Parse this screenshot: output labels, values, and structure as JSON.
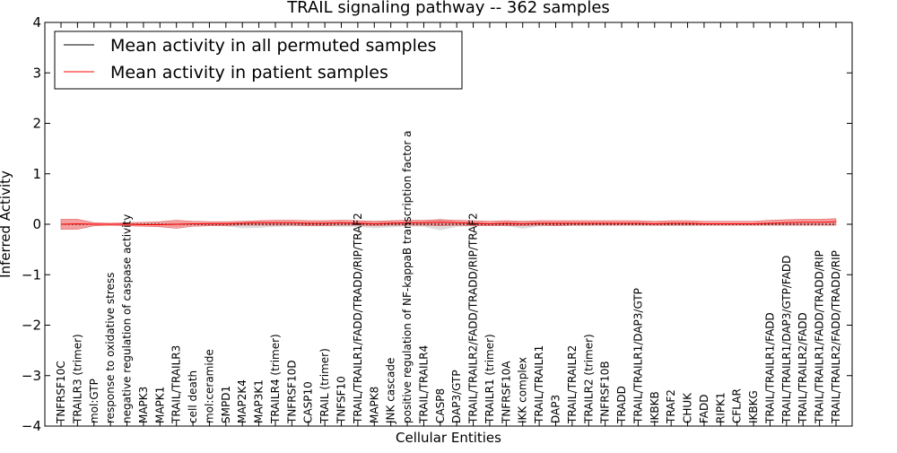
{
  "chart_data": {
    "type": "line",
    "title": "TRAIL signaling pathway -- 362 samples",
    "xlabel": "Cellular Entities",
    "ylabel": "Inferred Activity",
    "ylim": [
      -4,
      4
    ],
    "yticks": [
      -4,
      -3,
      -2,
      -1,
      0,
      1,
      2,
      3,
      4
    ],
    "ytick_labels": [
      "−4",
      "−3",
      "−2",
      "−1",
      "0",
      "1",
      "2",
      "3",
      "4"
    ],
    "grid": false,
    "legend_position": "top-left",
    "categories": [
      "TNFRSF10C",
      "TRAILR3 (trimer)",
      "mol:GTP",
      "response to oxidative stress",
      "negative regulation of caspase activity",
      "MAPK3",
      "MAPK1",
      "TRAIL/TRAILR3",
      "cell death",
      "mol:ceramide",
      "SMPD1",
      "MAP2K4",
      "MAP3K1",
      "TRAILR4 (trimer)",
      "TNFRSF10D",
      "CASP10",
      "TRAIL (trimer)",
      "TNFSF10",
      "TRAIL/TRAILR1/FADD/TRADD/RIP/TRAF2",
      "MAPK8",
      "JNK cascade",
      "positive regulation of NF-kappaB transcription factor a",
      "TRAIL/TRAILR4",
      "CASP8",
      "DAP3/GTP",
      "TRAIL/TRAILR2/FADD/TRADD/RIP/TRAF2",
      "TRAILR1 (trimer)",
      "TNFRSF10A",
      "IKK complex",
      "TRAIL/TRAILR1",
      "DAP3",
      "TRAIL/TRAILR2",
      "TRAILR2 (trimer)",
      "TNFRSF10B",
      "TRADD",
      "TRAIL/TRAILR1/DAP3/GTP",
      "IKBKB",
      "TRAF2",
      "CHUK",
      "FADD",
      "RIPK1",
      "CFLAR",
      "IKBKG",
      "TRAIL/TRAILR1/FADD",
      "TRAIL/TRAILR1/DAP3/GTP/FADD",
      "TRAIL/TRAILR2/FADD",
      "TRAIL/TRAILR1/FADD/TRADD/RIP",
      "TRAIL/TRAILR2/FADD/TRADD/RIP"
    ],
    "series": [
      {
        "name": "Mean activity in all permuted samples",
        "color": "#000000",
        "values": [
          0,
          0,
          0,
          0,
          0,
          0,
          0,
          0,
          0,
          0,
          0,
          0,
          0,
          0,
          0,
          0,
          0,
          0,
          0,
          0,
          0,
          0,
          0,
          0,
          0,
          0,
          0,
          0,
          0,
          0,
          0,
          0,
          0,
          0,
          0,
          0,
          0,
          0,
          0,
          0,
          0,
          0,
          0,
          0,
          0,
          0,
          0,
          0
        ],
        "lower": [
          -0.02,
          -0.02,
          -0.01,
          -0.01,
          -0.02,
          -0.02,
          -0.02,
          -0.03,
          -0.02,
          -0.03,
          -0.04,
          -0.08,
          -0.07,
          -0.05,
          -0.04,
          -0.04,
          -0.04,
          -0.05,
          -0.05,
          -0.08,
          -0.06,
          -0.04,
          -0.05,
          -0.12,
          -0.05,
          -0.04,
          -0.03,
          -0.03,
          -0.09,
          -0.04,
          -0.03,
          -0.03,
          -0.03,
          -0.02,
          -0.02,
          -0.02,
          -0.03,
          -0.03,
          -0.03,
          -0.02,
          -0.02,
          -0.02,
          -0.02,
          -0.02,
          -0.02,
          -0.02,
          -0.02,
          -0.02
        ],
        "upper": [
          0.02,
          0.02,
          0.01,
          0.01,
          0.02,
          0.02,
          0.02,
          0.03,
          0.02,
          0.03,
          0.04,
          0.06,
          0.06,
          0.05,
          0.04,
          0.04,
          0.04,
          0.05,
          0.05,
          0.07,
          0.06,
          0.05,
          0.06,
          0.11,
          0.05,
          0.04,
          0.03,
          0.03,
          0.07,
          0.04,
          0.03,
          0.03,
          0.03,
          0.02,
          0.02,
          0.02,
          0.03,
          0.03,
          0.03,
          0.02,
          0.02,
          0.02,
          0.02,
          0.02,
          0.02,
          0.02,
          0.02,
          0.02
        ]
      },
      {
        "name": "Mean activity in patient samples",
        "color": "#ff0000",
        "fill": "#f08080",
        "values": [
          0,
          0.01,
          0,
          0,
          0,
          -0.01,
          -0.01,
          0,
          0.01,
          0.01,
          0.01,
          0.02,
          0.03,
          0.03,
          0.03,
          0.02,
          0.02,
          0.03,
          0.02,
          0.01,
          0.02,
          0.03,
          0.03,
          0.04,
          0.03,
          0.02,
          0.01,
          0.02,
          0.01,
          0.02,
          0.02,
          0.02,
          0.02,
          0.02,
          0.02,
          0.02,
          0.01,
          0.02,
          0.02,
          0.01,
          0.01,
          0.01,
          0.01,
          0.02,
          0.03,
          0.04,
          0.04,
          0.05
        ],
        "lower": [
          -0.1,
          -0.1,
          -0.03,
          -0.02,
          -0.03,
          -0.04,
          -0.05,
          -0.08,
          -0.04,
          -0.03,
          -0.03,
          -0.02,
          -0.02,
          -0.02,
          -0.02,
          -0.03,
          -0.03,
          -0.02,
          -0.02,
          -0.03,
          -0.02,
          -0.02,
          -0.02,
          -0.03,
          -0.02,
          -0.03,
          -0.03,
          -0.03,
          -0.03,
          -0.02,
          -0.03,
          -0.02,
          -0.02,
          -0.02,
          -0.02,
          -0.02,
          -0.02,
          -0.02,
          -0.02,
          -0.02,
          -0.02,
          -0.02,
          -0.02,
          -0.02,
          -0.02,
          -0.02,
          -0.02,
          -0.02
        ],
        "upper": [
          0.1,
          0.1,
          0.03,
          0.02,
          0.03,
          0.04,
          0.05,
          0.08,
          0.06,
          0.05,
          0.05,
          0.06,
          0.07,
          0.08,
          0.08,
          0.07,
          0.07,
          0.08,
          0.07,
          0.06,
          0.07,
          0.08,
          0.08,
          0.09,
          0.08,
          0.07,
          0.06,
          0.07,
          0.06,
          0.07,
          0.07,
          0.07,
          0.07,
          0.07,
          0.07,
          0.07,
          0.06,
          0.07,
          0.07,
          0.06,
          0.06,
          0.06,
          0.06,
          0.08,
          0.09,
          0.1,
          0.1,
          0.11
        ]
      }
    ]
  }
}
